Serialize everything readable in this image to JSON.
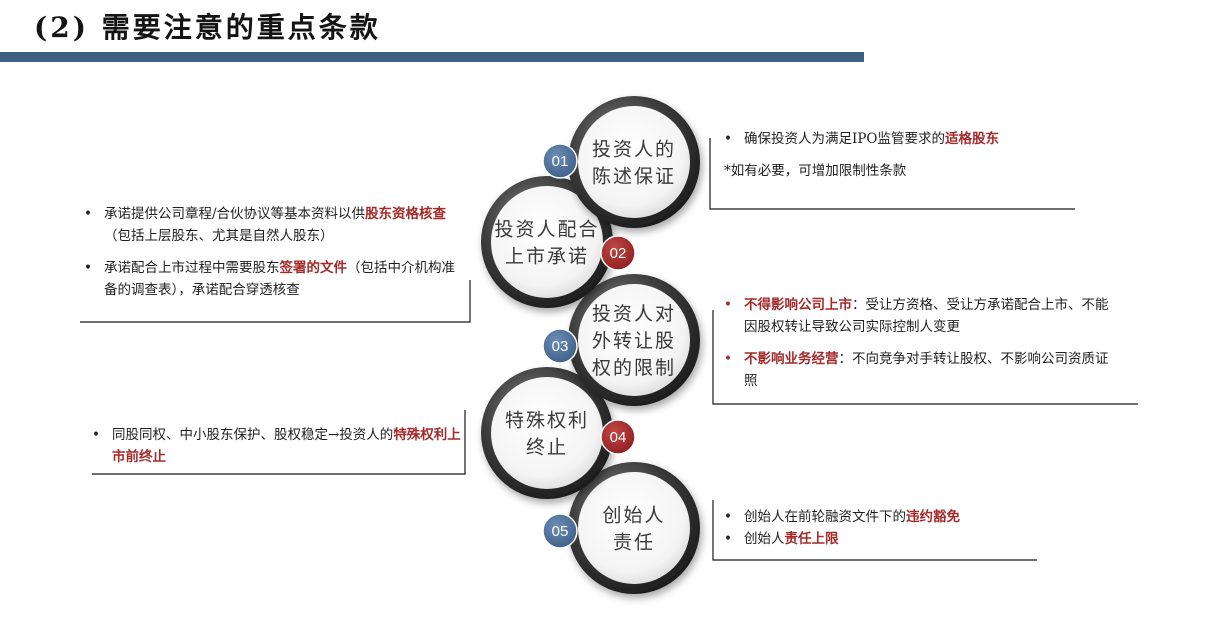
{
  "title": "(2)  需要注意的重点条款",
  "colors": {
    "blue": "#4a6c96",
    "red": "#a52a2a",
    "title_bar": "#3f5f85"
  },
  "steps": [
    {
      "num": "01",
      "lines": [
        "投资人的",
        "陈述保证"
      ]
    },
    {
      "num": "02",
      "lines": [
        "投资人配合",
        "上市承诺"
      ]
    },
    {
      "num": "03",
      "lines": [
        "投资人对",
        "外转让股",
        "权的限制"
      ]
    },
    {
      "num": "04",
      "lines": [
        "特殊权利",
        "终止"
      ]
    },
    {
      "num": "05",
      "lines": [
        "创始人",
        "责任"
      ]
    }
  ],
  "notes": {
    "n01": {
      "b1_pre": "确保投资人为满足IPO监管要求的",
      "b1_hl": "适格股东",
      "remark": "*如有必要，可增加限制性条款"
    },
    "n02": {
      "b1_pre": "承诺提供公司章程/合伙协议等基本资料以供",
      "b1_hl": "股东资格核查",
      "b1_post": "（包括上层股东、尤其是自然人股东）",
      "b2_pre": "承诺配合上市过程中需要股东",
      "b2_hl": "签署的文件",
      "b2_post": "（包括中介机构准备的调查表），承诺配合穿透核查"
    },
    "n03": {
      "b1_hl": "不得影响公司上市",
      "b1_post": "：受让方资格、受让方承诺配合上市、不能因股权转让导致公司实际控制人变更",
      "b2_hl": "不影响业务经营",
      "b2_post": "：不向竞争对手转让股权、不影响公司资质证照"
    },
    "n04": {
      "b1_pre": "同股同权、中小股东保护、股权稳定→投资人的",
      "b1_hl": "特殊权利上市前终止"
    },
    "n05": {
      "b1_pre": "创始人在前轮融资文件下的",
      "b1_hl": "违约豁免",
      "b2_pre": "创始人",
      "b2_hl": "责任上限"
    }
  }
}
